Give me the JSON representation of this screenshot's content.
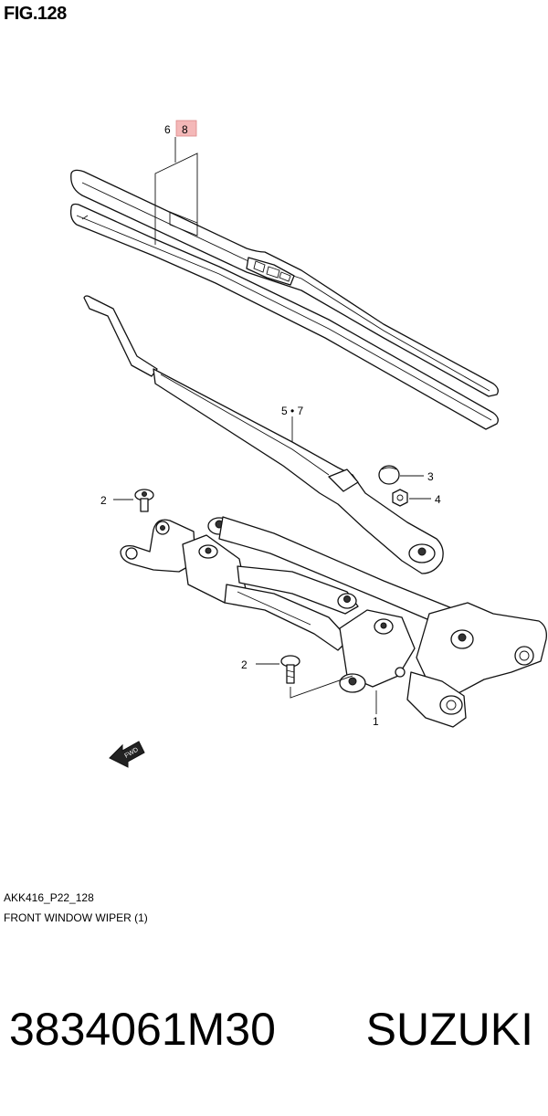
{
  "figure": {
    "title": "FIG.128",
    "code": "AKK416_P22_128",
    "description": "FRONT WINDOW WIPER (1)"
  },
  "callouts": {
    "c1": "1",
    "c2a": "2",
    "c2b": "2",
    "c3": "3",
    "c4": "4",
    "c57": "5 • 7",
    "c6": "6",
    "c8": "8"
  },
  "arrow_label": "FWD",
  "highlight_color": "#f4b8b8",
  "footer": {
    "part_number": "3834061M30",
    "brand": "SUZUKI"
  }
}
